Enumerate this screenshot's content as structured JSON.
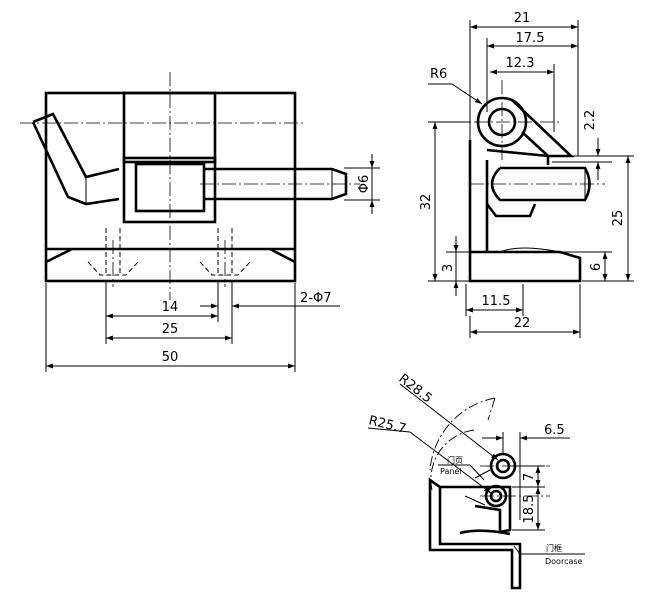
{
  "front_view": {
    "dims": {
      "hole_dia": "Φ6",
      "holes": "2-Φ7",
      "spacing_14": "14",
      "spacing_25": "25",
      "overall_width": "50"
    }
  },
  "side_view": {
    "dims": {
      "radius": "R6",
      "w21": "21",
      "w17_5": "17.5",
      "w12_3": "12.3",
      "h2_2": "2.2",
      "h32": "32",
      "h25": "25",
      "h3": "3",
      "h6": "6",
      "w11_5": "11.5",
      "w22": "22"
    }
  },
  "swing_view": {
    "dims": {
      "r28_5": "R28.5",
      "r25_7": "R25.7",
      "w6_5": "6.5",
      "h7": "7",
      "h18_5": "18.5"
    },
    "labels": {
      "panel_cn": "门页",
      "panel_en": "Panel",
      "doorcase_cn": "门框",
      "doorcase_en": "Doorcase"
    }
  }
}
